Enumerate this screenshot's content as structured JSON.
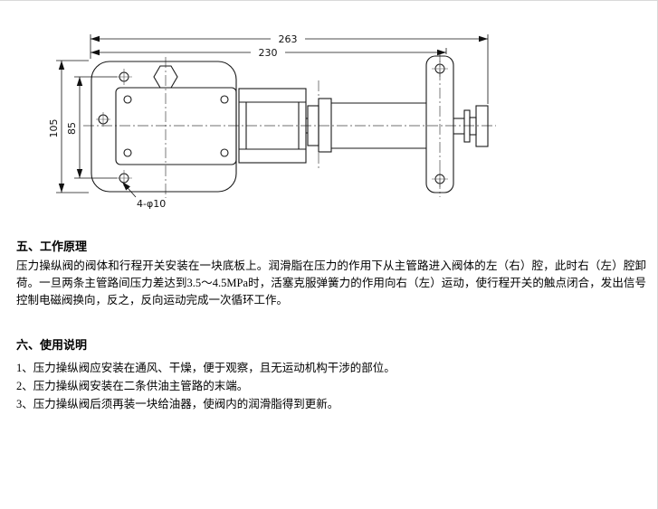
{
  "page": {
    "background": "#ffffff",
    "border_color": "#d9d9d9"
  },
  "drawing": {
    "dims": {
      "overall_length": "263",
      "mount_length": "230",
      "plate_height": "105",
      "hole_spacing": "85"
    },
    "hole_callout": "4-φ10"
  },
  "sections": {
    "working_principle": {
      "heading": "五、工作原理",
      "body": "压力操纵阀的阀体和行程开关安装在一块底板上。润滑脂在压力的作用下从主管路进入阀体的左（右）腔，此时右（左）腔卸荷。一旦两条主管路间压力差达到3.5～4.5MPa时，活塞克服弹簧力的作用向右（左）运动，使行程开关的触点闭合，发出信号控制电磁阀换向，反之，反向运动完成一次循环工作。"
    },
    "usage_notes": {
      "heading": "六、使用说明",
      "items": [
        "1、压力操纵阀应安装在通风、干燥，便于观察，且无运动机构干涉的部位。",
        "2、压力操纵阀安装在二条供油主管路的末端。",
        "3、压力操纵阀后须再装一块给油器，使阀内的润滑脂得到更新。"
      ]
    }
  }
}
